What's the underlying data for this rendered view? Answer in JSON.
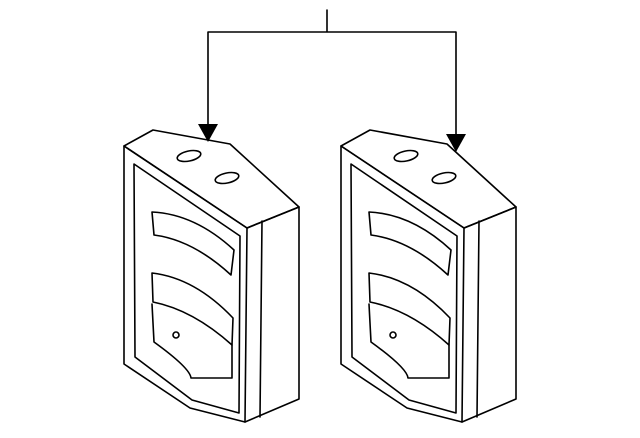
{
  "diagram": {
    "background_color": "#ffffff",
    "line_color": "#000000",
    "parts": [
      {
        "name": "key-fob-transmitter",
        "icon": "key-fob-icon",
        "count": 1
      },
      {
        "name": "key-fob-transmitter",
        "icon": "key-fob-icon",
        "count": 1
      }
    ],
    "callout": {
      "icon": "arrow-down-icon",
      "targets": 2
    }
  }
}
